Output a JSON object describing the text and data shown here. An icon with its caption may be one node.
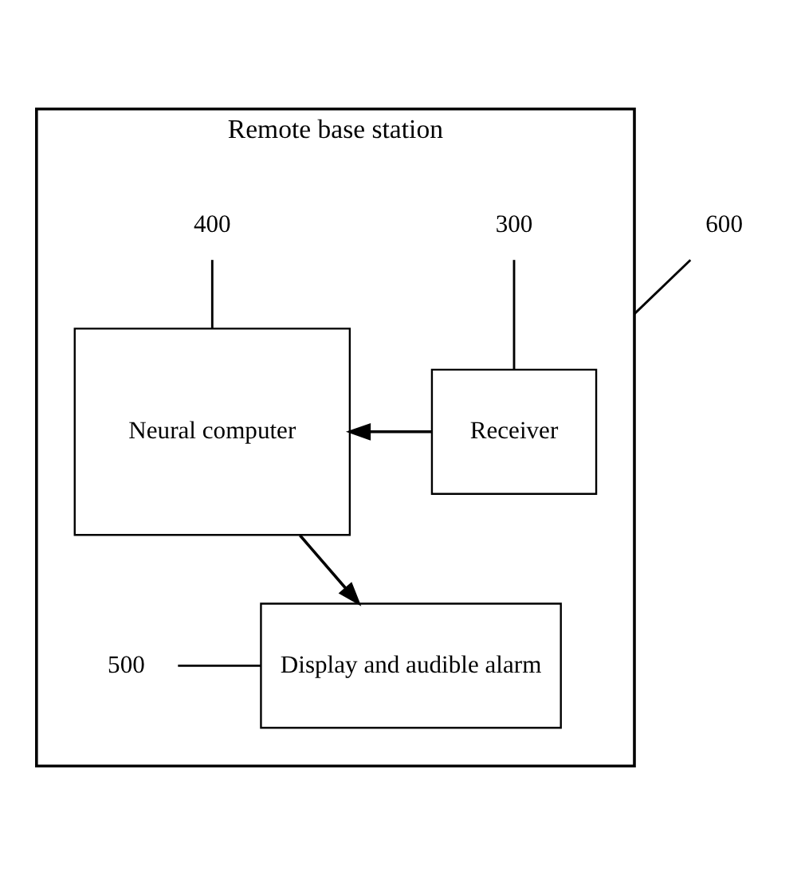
{
  "diagram": {
    "nodes": [
      {
        "text": [
          "Remote base station"
        ]
      },
      {
        "text": [
          "Receiver"
        ],
        "in": 0
      },
      {
        "text": [
          "Neural computer"
        ],
        "in": 0
      },
      {
        "text": [
          "Display and audible alarm"
        ],
        "in": 0
      },
      {
        "text": [
          "600"
        ]
      },
      {
        "text": [
          "300"
        ],
        "in": 0
      },
      {
        "text": [
          "400"
        ],
        "in": 0
      },
      {
        "text": [
          "500"
        ],
        "in": 0
      }
    ],
    "edges": [
      {
        "from": 1,
        "to": 2,
        "arrow": "to"
      },
      {
        "from": 2,
        "to": 3,
        "arrow": "to"
      },
      {
        "from": 4,
        "to": 0,
        "arrow": "none"
      },
      {
        "from": 5,
        "to": 1,
        "arrow": "none"
      },
      {
        "from": 6,
        "to": 2,
        "arrow": "none"
      },
      {
        "from": 7,
        "to": 3,
        "arrow": "none"
      }
    ]
  }
}
